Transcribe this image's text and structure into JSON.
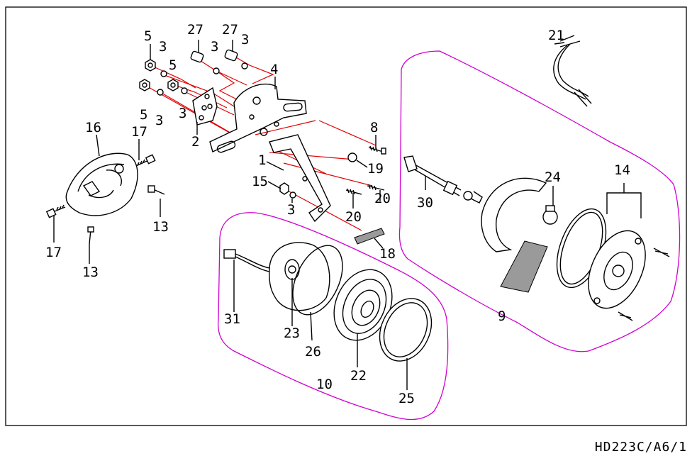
{
  "diagram": {
    "drawing_code": "HD223C/A6/1",
    "callouts": [
      "5",
      "3",
      "5",
      "3",
      "5",
      "3",
      "27",
      "3",
      "27",
      "3",
      "4",
      "2",
      "16",
      "17",
      "17",
      "13",
      "13",
      "1",
      "15",
      "3",
      "8",
      "19",
      "20",
      "20",
      "18",
      "21",
      "30",
      "24",
      "14",
      "9",
      "31",
      "23",
      "26",
      "22",
      "25",
      "10"
    ],
    "colors": {
      "leader": "#e00000",
      "group": "#d000d0",
      "ink": "#000000"
    }
  }
}
